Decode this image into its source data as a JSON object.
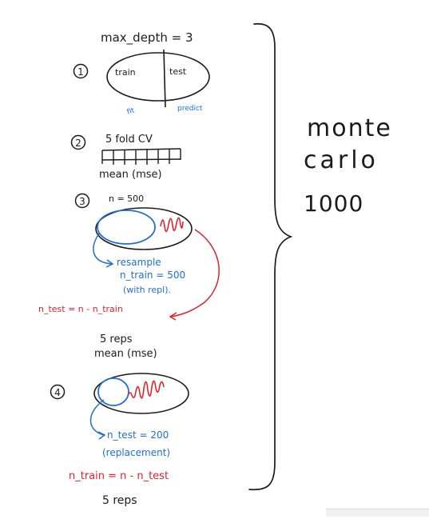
{
  "colors": {
    "ink": "#1b1b1b",
    "blue": "#1f6fcf",
    "red": "#e0222e"
  },
  "header": {
    "text": "max_depth = 3"
  },
  "steps": [
    {
      "number": "1",
      "left_label": "train",
      "right_label": "test",
      "fit_label": "fit",
      "predict_label": "predict"
    },
    {
      "number": "2",
      "title": "5 fold CV",
      "caption": "mean (mse)"
    },
    {
      "number": "3",
      "title": "n = 500",
      "blue_lines": [
        "resample",
        "n_train = 500",
        "(with repl)."
      ],
      "red_note": "n_test = n - n_train",
      "reps": "5 reps",
      "caption": "mean (mse)"
    },
    {
      "number": "4",
      "blue_lines": [
        "n_test = 200",
        "(replacement)"
      ],
      "red_note": "n_train = n - n_test",
      "reps": "5 reps"
    }
  ],
  "side_note": [
    "monte",
    "carlo",
    "1000"
  ]
}
